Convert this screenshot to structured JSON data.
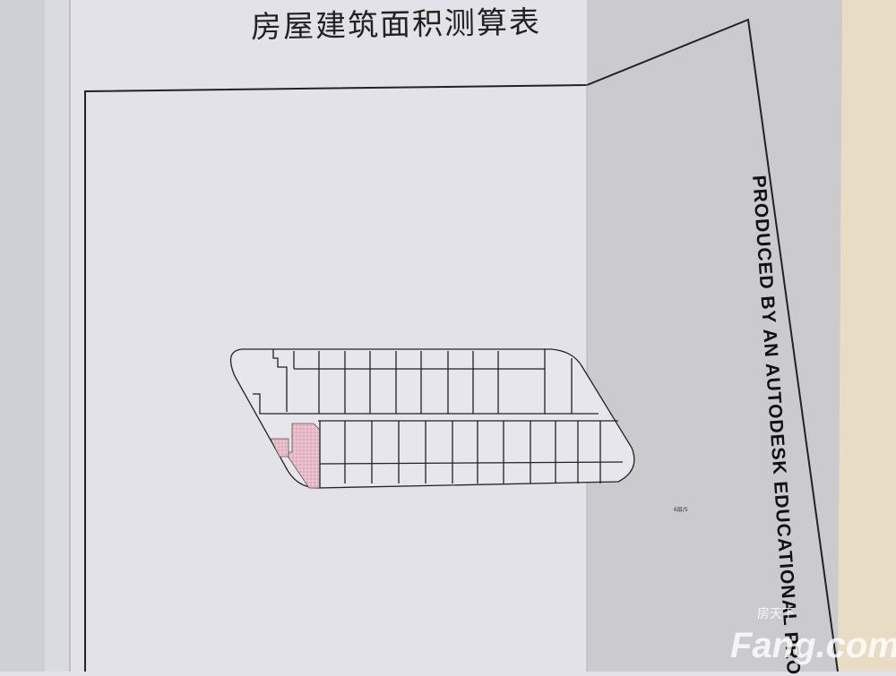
{
  "document": {
    "title": "房屋建筑面积测算表",
    "side_stamp": "PRODUCED BY AN AUTODESK EDUCATIONAL PRO",
    "floor_label": "6层/5",
    "highlight_color": "#e8b8c8"
  },
  "watermark": {
    "cn": "房天下",
    "en": "Fang.com"
  }
}
